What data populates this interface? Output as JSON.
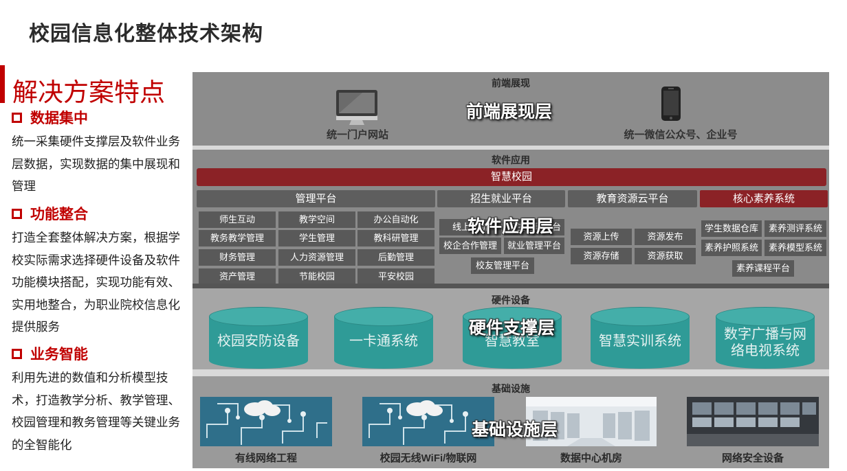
{
  "title": "校园信息化整体技术架构",
  "features": {
    "heading": "解决方案特点",
    "items": [
      {
        "title": "数据集中",
        "text": "统一采集硬件支撑层及软件业务层数据，实现数据的集中展现和管理"
      },
      {
        "title": "功能整合",
        "text": "打造全套整体解决方案，根据学校实际需求选择硬件设备及软件功能模块搭配，实现功能有效、实用地整合，为职业院校信息化提供服务"
      },
      {
        "title": "业务智能",
        "text": "利用先进的数值和分析模型技术，打造教学分析、教学管理、校园管理和教务管理等关键业务的全智能化"
      }
    ]
  },
  "layers": {
    "frontend": {
      "label": "前端展现",
      "name": "前端展现层",
      "items": [
        "统一门户网站",
        "统一微信公众号、企业号"
      ]
    },
    "software": {
      "label": "软件应用",
      "name": "软件应用层",
      "bar": "智慧校园",
      "categories": [
        "管理平台",
        "招生就业平台",
        "教育资源云平台",
        "核心素养系统"
      ],
      "management": [
        "师生互动",
        "教学空间",
        "办公自动化",
        "教务教学管理",
        "学生管理",
        "教科研管理",
        "财务管理",
        "人力资源管理",
        "后勤管理",
        "资产管理",
        "节能校园",
        "平安校园"
      ],
      "recruit": [
        "线上迎新",
        "招生管理平台",
        "校企合作管理",
        "就业管理平台",
        "校友管理平台"
      ],
      "resource": [
        "资源上传",
        "资源发布",
        "资源存储",
        "资源获取"
      ],
      "literacy": [
        "学生数据仓库",
        "素养测评系统",
        "素养护照系统",
        "素养模型系统",
        "素养课程平台"
      ]
    },
    "hardware": {
      "label": "硬件设备",
      "name": "硬件支撑层",
      "items": [
        "校园安防设备",
        "一卡通系统",
        "智慧教室",
        "智慧实训系统",
        "数字广播与网络电视系统"
      ]
    },
    "infra": {
      "label": "基础设施",
      "name": "基础设施层",
      "items": [
        "有线网络工程",
        "校园无线WiFi/物联网",
        "数据中心机房",
        "网络安全设备"
      ]
    }
  },
  "colors": {
    "accent": "#c00000",
    "smart_bar": "#8b2226",
    "cylinder": "#2f9b97",
    "cell": "#595959"
  },
  "icons": [
    "monitor-icon",
    "phone-icon",
    "cloud-network-icon"
  ]
}
